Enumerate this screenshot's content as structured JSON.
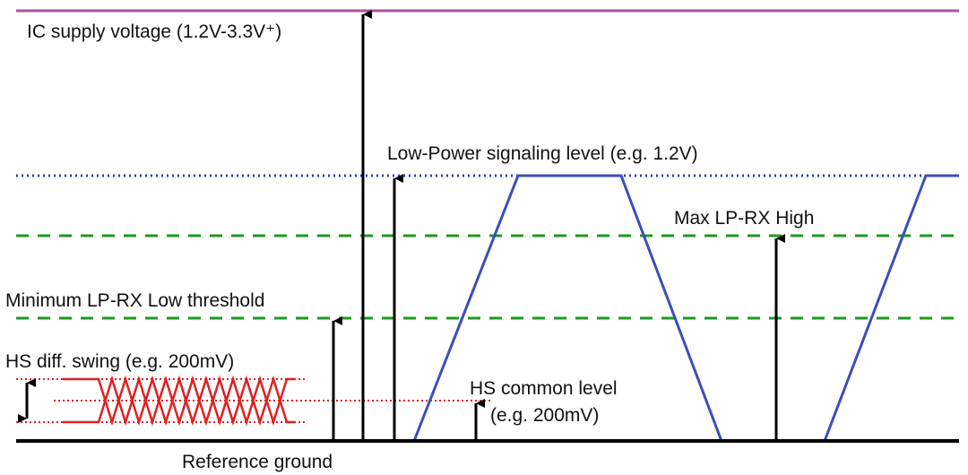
{
  "diagram": {
    "labels": {
      "ic_supply": "IC supply voltage (1.2V-3.3V⁺)",
      "lp_level": "Low-Power signaling level (e.g. 1.2V)",
      "max_lp_rx_high": "Max LP-RX High",
      "min_lp_rx_low": "Minimum LP-RX Low threshold",
      "hs_swing": "HS diff. swing (e.g. 200mV)",
      "hs_common_1": "HS common level",
      "hs_common_2": "(e.g. 200mV)",
      "reference_ground": "Reference ground"
    },
    "colors": {
      "supply_line": "#b04fa0",
      "lp_line": "#2a3ccc",
      "threshold_line": "#1e9a1e",
      "hs_signal": "#e02020",
      "lp_waveform": "#3a4fb8",
      "ground": "#000000",
      "arrows": "#000000"
    }
  }
}
